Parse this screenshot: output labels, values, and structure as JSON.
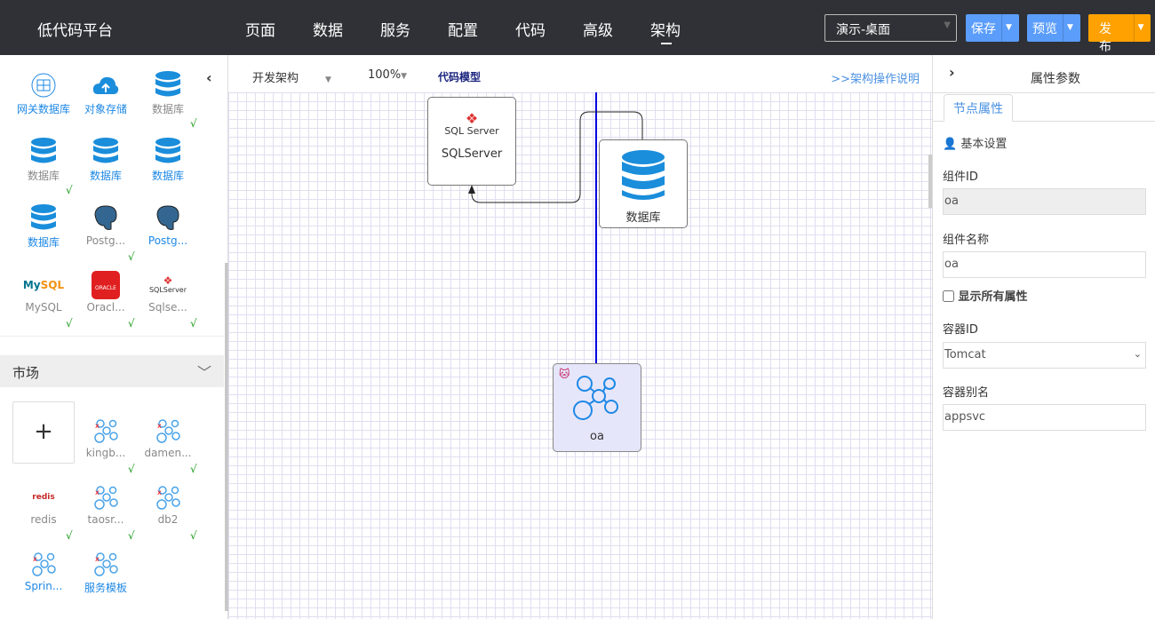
{
  "header": {
    "logo": "低代码平台",
    "nav": [
      "页面",
      "数据",
      "服务",
      "配置",
      "代码",
      "高级",
      "架构"
    ],
    "active_nav": "架构",
    "env_select": "演示-桌面",
    "save": "保存",
    "preview": "预览",
    "publish": "发布",
    "colors": {
      "bg": "#2f3136",
      "save": "#5b9dfa",
      "publish": "#ffa100"
    }
  },
  "left": {
    "components": [
      {
        "label": "网关数据库",
        "icon": "gateway-db-icon",
        "blue": true,
        "check": false
      },
      {
        "label": "对象存储",
        "icon": "cloud-upload-icon",
        "blue": true,
        "check": false
      },
      {
        "label": "数据库",
        "icon": "database-icon",
        "blue": false,
        "check": true
      },
      {
        "label": "数据库",
        "icon": "database-icon",
        "blue": false,
        "check": true
      },
      {
        "label": "数据库",
        "icon": "database-icon",
        "blue": true,
        "check": false
      },
      {
        "label": "数据库",
        "icon": "database-icon",
        "blue": true,
        "check": false
      },
      {
        "label": "数据库",
        "icon": "database-icon",
        "blue": true,
        "check": false
      },
      {
        "label": "Postg...",
        "icon": "postgresql-icon",
        "blue": false,
        "check": true
      },
      {
        "label": "Postg...",
        "icon": "postgresql-icon",
        "blue": true,
        "check": false
      },
      {
        "label": "MySQL",
        "icon": "mysql-icon",
        "blue": false,
        "check": true
      },
      {
        "label": "Oracl...",
        "icon": "oracle-icon",
        "blue": false,
        "check": true
      },
      {
        "label": "Sqlse...",
        "icon": "sqlserver-icon",
        "blue": false,
        "check": true
      }
    ],
    "market_title": "市场",
    "add_label": "+",
    "market": [
      {
        "label": "kingb...",
        "icon": "service-icon",
        "blue": false,
        "check": true
      },
      {
        "label": "damen...",
        "icon": "service-icon",
        "blue": false,
        "check": true
      },
      {
        "label": "redis",
        "icon": "redis-icon",
        "blue": false,
        "check": true
      },
      {
        "label": "taosr...",
        "icon": "service-icon",
        "blue": false,
        "check": true
      },
      {
        "label": "db2",
        "icon": "service-icon",
        "blue": false,
        "check": true
      },
      {
        "label": "Sprin...",
        "icon": "service-icon",
        "blue": true,
        "check": false
      },
      {
        "label": "服务模板",
        "icon": "service-icon",
        "blue": true,
        "check": false
      }
    ],
    "check_mark": "√"
  },
  "toolbar": {
    "arch": "开发架构",
    "zoom": "100%",
    "code_model": "代码模型",
    "help": ">>架构操作说明"
  },
  "canvas": {
    "nodes": {
      "sqlserver": "SQLServer",
      "sqlserver_logo": "SQL Server",
      "db": "数据库",
      "oa": "oa"
    }
  },
  "right": {
    "title": "属性参数",
    "tab": "节点属性",
    "section": "基本设置",
    "id_label": "组件ID",
    "id_value": "oa",
    "name_label": "组件名称",
    "name_value": "oa",
    "show_all": "显示所有属性",
    "container_label": "容器ID",
    "container_value": "Tomcat",
    "alias_label": "容器别名",
    "alias_value": "appsvc"
  }
}
